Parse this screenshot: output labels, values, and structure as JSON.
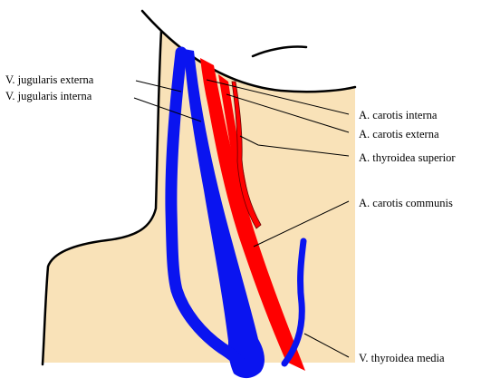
{
  "labels": {
    "v_jugularis_externa": "V. jugularis externa",
    "v_jugularis_interna": "V. jugularis interna",
    "a_carotis_interna": "A. carotis interna",
    "a_carotis_externa": "A. carotis externa",
    "a_thyroidea_superior": "A. thyroidea superior",
    "a_carotis_communis": "A. carotis communis",
    "v_thyroidea_media": "V. thyroidea media"
  },
  "colors": {
    "skin": "#f9e2b8",
    "vein": "#0a14f0",
    "artery": "#ff0000",
    "outline": "#000000",
    "background": "#ffffff"
  }
}
